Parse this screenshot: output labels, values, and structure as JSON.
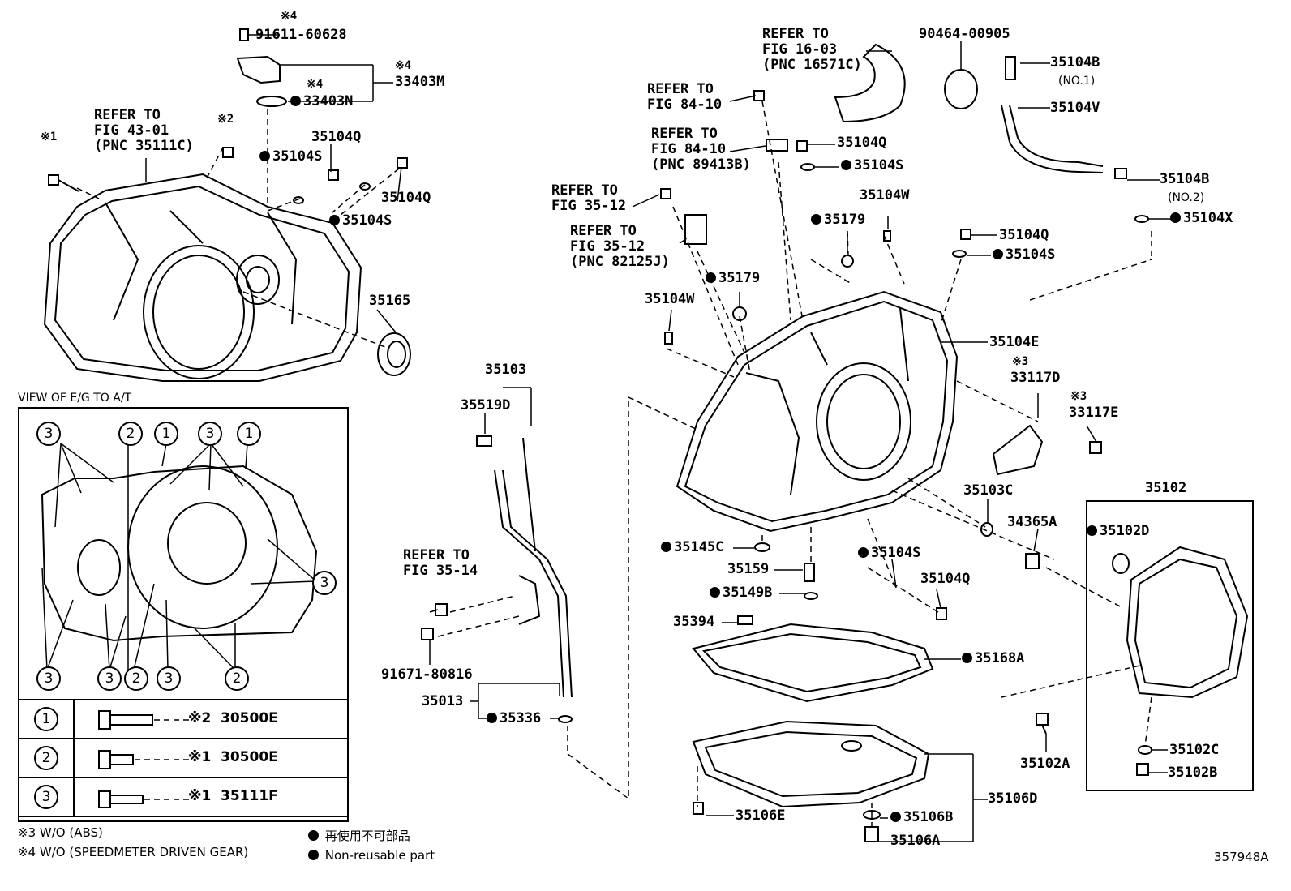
{
  "diagram_id": "357948A",
  "inset": {
    "title": "VIEW OF E/G TO A/T",
    "bolt_rows": [
      {
        "marker": "1",
        "mark": "※2",
        "part": "30500E"
      },
      {
        "marker": "2",
        "mark": "※1",
        "part": "30500E"
      },
      {
        "marker": "3",
        "mark": "※1",
        "part": "35111F"
      }
    ]
  },
  "notes": {
    "w3": "※3 W/O (ABS)",
    "w4": "※4 W/O (SPEEDMETER DRIVEN GEAR)",
    "nonreusable_jp": "再使用不可部品",
    "nonreusable_en": "Non-reusable part"
  },
  "labels": {
    "m4a": "※4",
    "p91611": "91611-60628",
    "m4b": "※4",
    "p33403M": "33403M",
    "m4c": "※4",
    "p33403N": "33403N",
    "refer43": "REFER TO\nFIG 43-01\n(PNC 35111C)",
    "m2": "※2",
    "m1": "※1",
    "p35104S_a": "35104S",
    "p35104Q_a": "35104Q",
    "p35104Q_b": "35104Q",
    "p35104S_b": "35104S",
    "p35165": "35165",
    "refer16": "REFER TO\nFIG 16-03\n(PNC 16571C)",
    "p90464": "90464-00905",
    "p35104B_1": "35104B",
    "no1": "(NO.1)",
    "refer84a": "REFER TO\nFIG 84-10",
    "refer84b": "REFER TO\nFIG 84-10\n(PNC 89413B)",
    "p35104Q_c": "35104Q",
    "p35104S_c": "35104S",
    "p35104V": "35104V",
    "p35104B_2": "35104B",
    "no2": "(NO.2)",
    "p35104X": "35104X",
    "refer35a": "REFER TO\nFIG 35-12",
    "refer35b": "REFER TO\nFIG 35-12\n(PNC 82125J)",
    "p35104W_a": "35104W",
    "p35179_a": "35179",
    "p35104Q_d": "35104Q",
    "p35104S_d": "35104S",
    "p35179_b": "35179",
    "p35104W_b": "35104W",
    "p35104E": "35104E",
    "m3a": "※3",
    "p33117D": "33117D",
    "m3b": "※3",
    "p33117E": "33117E",
    "p35103": "35103",
    "p35519D": "35519D",
    "p35103C": "35103C",
    "p35102": "35102",
    "p34365A": "34365A",
    "p35102D": "35102D",
    "p35145C": "35145C",
    "p35104S_e": "35104S",
    "p35159": "35159",
    "p35104Q_e": "35104Q",
    "p35149B": "35149B",
    "p35394": "35394",
    "p35168A": "35168A",
    "refer3514": "REFER TO\nFIG 35-14",
    "p91671": "91671-80816",
    "p35013": "35013",
    "p35336": "35336",
    "p35102C": "35102C",
    "p35102A": "35102A",
    "p35102B": "35102B",
    "p35106E": "35106E",
    "p35106D": "35106D",
    "p35106B": "35106B",
    "p35106A": "35106A"
  }
}
